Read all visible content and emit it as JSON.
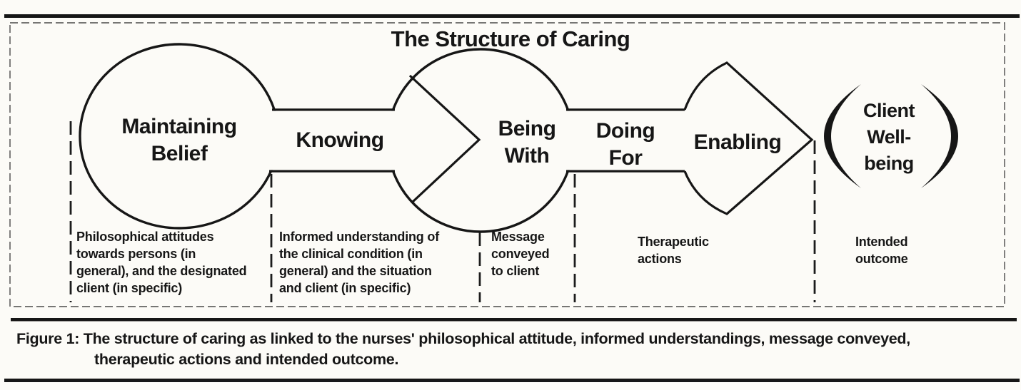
{
  "title": "The Structure of Caring",
  "stages": {
    "maintaining_belief": "Maintaining\nBelief",
    "knowing": "Knowing",
    "being_with": "Being\nWith",
    "doing_for": "Doing\nFor",
    "enabling": "Enabling",
    "outcome": "Client\nWell-\nbeing"
  },
  "annotations": {
    "philosophical": "Philosophical attitudes\ntowards persons (in\ngeneral), and the designated\nclient (in specific)",
    "informed": "Informed understanding of\nthe clinical condition (in\ngeneral) and the situation\nand client (in specific)",
    "message": "Message\nconveyed\nto client",
    "therapeutic": "Therapeutic\nactions",
    "intended": "Intended\noutcome"
  },
  "caption": {
    "line1": "Figure 1: The structure of caring as linked to the nurses' philosophical attitude, informed understandings, message conveyed,",
    "line2": "therapeutic actions and intended outcome."
  },
  "colors": {
    "ink": "#161616",
    "paper": "#fcfbf7"
  }
}
